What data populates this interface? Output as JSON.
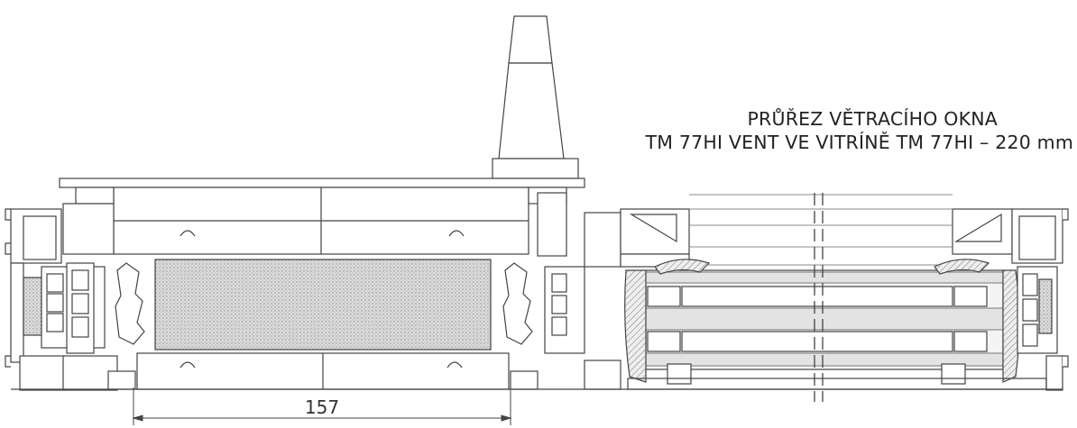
{
  "title": {
    "line1": "PRŮŘEZ VĚTRACÍHO OKNA",
    "line2": "TM 77HI VENT VE VITRÍNĚ TM 77HI – 220 mm"
  },
  "dimension": {
    "value": "157"
  },
  "colors": {
    "stroke": "#444444",
    "fill": "#ffffff",
    "insulation": "#cfcfcf",
    "glass_bg": "#e6e6e6",
    "glass_line": "#9a9a9a",
    "gasket": "#555555"
  },
  "icons": [
    "ventilator-chimney-icon",
    "break-line-icon"
  ]
}
